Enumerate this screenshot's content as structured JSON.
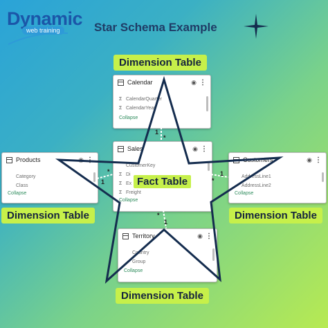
{
  "logo": {
    "word": "Dynamic",
    "tagline": "web training"
  },
  "title": "Star Schema Example",
  "labels": {
    "top": "Dimension Table",
    "left": "Dimension Table",
    "right": "Dimension Table",
    "bottom": "Dimension Table",
    "center": "Fact Table"
  },
  "cards": {
    "calendar": {
      "name": "Calendar",
      "fields": [
        "CalendarQuarter",
        "CalendarYear"
      ],
      "collapse": "Collapse"
    },
    "sales": {
      "name": "Sales",
      "fields": [
        "CustomerKey",
        "Di",
        "Ex",
        "Freight"
      ],
      "collapse": "Collapse"
    },
    "products": {
      "name": "Products",
      "fields": [
        "Category",
        "Class"
      ],
      "collapse": "Collapse"
    },
    "customers": {
      "name": "Customers",
      "fields": [
        "AddressLine1",
        "AddressLine2"
      ],
      "collapse": "Collapse"
    },
    "territory": {
      "name": "Territory",
      "fields": [
        "Country",
        "Group"
      ],
      "collapse": "Collapse"
    }
  },
  "relations": {
    "one": "1",
    "many": "*"
  },
  "colors": {
    "label_bg": "#c6f04a",
    "star_stroke": "#142c4e",
    "title_text": "#1f3c66",
    "logo_text": "#1b56a8"
  }
}
